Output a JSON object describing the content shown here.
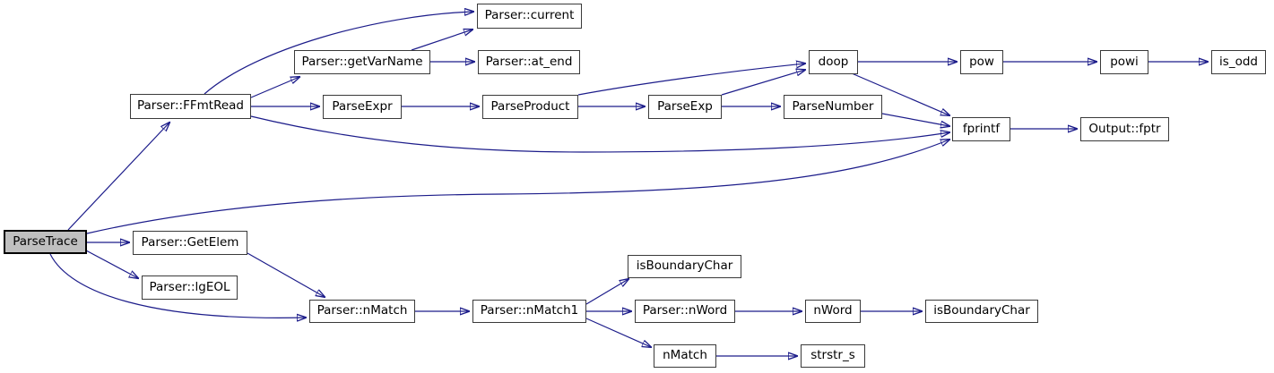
{
  "diagram": {
    "type": "doxygen-call-graph",
    "root": "ParseTrace",
    "colors": {
      "edge": "#1c1c8a",
      "node_border": "#3a3a3a",
      "node_fill": "#ffffff",
      "root_node_fill": "#bfbfbf",
      "background": "#ffffff"
    },
    "nodes": {
      "parsetrace": {
        "label": "ParseTrace"
      },
      "ffmtread": {
        "label": "Parser::FFmtRead"
      },
      "current": {
        "label": "Parser::current"
      },
      "getvarname": {
        "label": "Parser::getVarName"
      },
      "at_end": {
        "label": "Parser::at_end"
      },
      "parseexpr": {
        "label": "ParseExpr"
      },
      "parseproduct": {
        "label": "ParseProduct"
      },
      "parseexp": {
        "label": "ParseExp"
      },
      "parsenumber": {
        "label": "ParseNumber"
      },
      "doop": {
        "label": "doop"
      },
      "pow": {
        "label": "pow"
      },
      "powi": {
        "label": "powi"
      },
      "is_odd": {
        "label": "is_odd"
      },
      "fprintf": {
        "label": "fprintf"
      },
      "output_fptr": {
        "label": "Output::fptr"
      },
      "getelem": {
        "label": "Parser::GetElem"
      },
      "lgeol": {
        "label": "Parser::lgEOL"
      },
      "nmatch_parser": {
        "label": "Parser::nMatch"
      },
      "nmatch1": {
        "label": "Parser::nMatch1"
      },
      "isboundarychar_a": {
        "label": "isBoundaryChar"
      },
      "nword_parser": {
        "label": "Parser::nWord"
      },
      "nword": {
        "label": "nWord"
      },
      "isboundarychar_b": {
        "label": "isBoundaryChar"
      },
      "nmatch": {
        "label": "nMatch"
      },
      "strstr_s": {
        "label": "strstr_s"
      }
    },
    "edges": [
      {
        "from": "ParseTrace",
        "to": "Parser::FFmtRead"
      },
      {
        "from": "ParseTrace",
        "to": "Parser::GetElem"
      },
      {
        "from": "ParseTrace",
        "to": "Parser::lgEOL"
      },
      {
        "from": "ParseTrace",
        "to": "Parser::nMatch"
      },
      {
        "from": "ParseTrace",
        "to": "fprintf"
      },
      {
        "from": "Parser::FFmtRead",
        "to": "Parser::current"
      },
      {
        "from": "Parser::FFmtRead",
        "to": "Parser::getVarName"
      },
      {
        "from": "Parser::FFmtRead",
        "to": "ParseExpr"
      },
      {
        "from": "Parser::FFmtRead",
        "to": "fprintf"
      },
      {
        "from": "Parser::getVarName",
        "to": "Parser::current"
      },
      {
        "from": "Parser::getVarName",
        "to": "Parser::at_end"
      },
      {
        "from": "ParseExpr",
        "to": "ParseProduct"
      },
      {
        "from": "ParseProduct",
        "to": "ParseExp"
      },
      {
        "from": "ParseProduct",
        "to": "doop"
      },
      {
        "from": "ParseExp",
        "to": "doop"
      },
      {
        "from": "ParseExp",
        "to": "ParseNumber"
      },
      {
        "from": "ParseNumber",
        "to": "fprintf"
      },
      {
        "from": "doop",
        "to": "pow"
      },
      {
        "from": "doop",
        "to": "fprintf"
      },
      {
        "from": "pow",
        "to": "powi"
      },
      {
        "from": "powi",
        "to": "is_odd"
      },
      {
        "from": "fprintf",
        "to": "Output::fptr"
      },
      {
        "from": "Parser::GetElem",
        "to": "Parser::nMatch"
      },
      {
        "from": "Parser::nMatch",
        "to": "Parser::nMatch1"
      },
      {
        "from": "Parser::nMatch1",
        "to": "isBoundaryChar"
      },
      {
        "from": "Parser::nMatch1",
        "to": "Parser::nWord"
      },
      {
        "from": "Parser::nMatch1",
        "to": "nMatch"
      },
      {
        "from": "Parser::nWord",
        "to": "nWord"
      },
      {
        "from": "nWord",
        "to": "isBoundaryChar"
      },
      {
        "from": "nMatch",
        "to": "strstr_s"
      }
    ]
  }
}
